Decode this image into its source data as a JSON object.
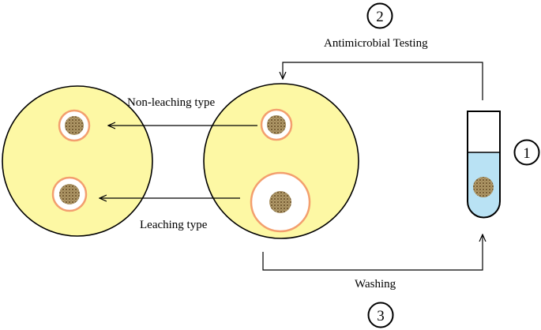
{
  "steps": [
    {
      "number": "1"
    },
    {
      "number": "2",
      "label": "Antimicrobial Testing"
    },
    {
      "number": "3",
      "label": "Washing"
    }
  ],
  "annotations": {
    "non_leaching": "Non-leaching type",
    "leaching": "Leaching type"
  },
  "colors": {
    "dish_fill": "#fdf8a4",
    "halo_ring": "#f39f6e",
    "zone_fill": "#ffffff",
    "tube_liquid": "#b9e2f4",
    "fabric": "#b49a66",
    "line": "#000000"
  },
  "icons": {
    "fabric_sample": "woven-mesh-disc",
    "petri_dish": "circle",
    "test_tube": "round-bottom-tube"
  }
}
